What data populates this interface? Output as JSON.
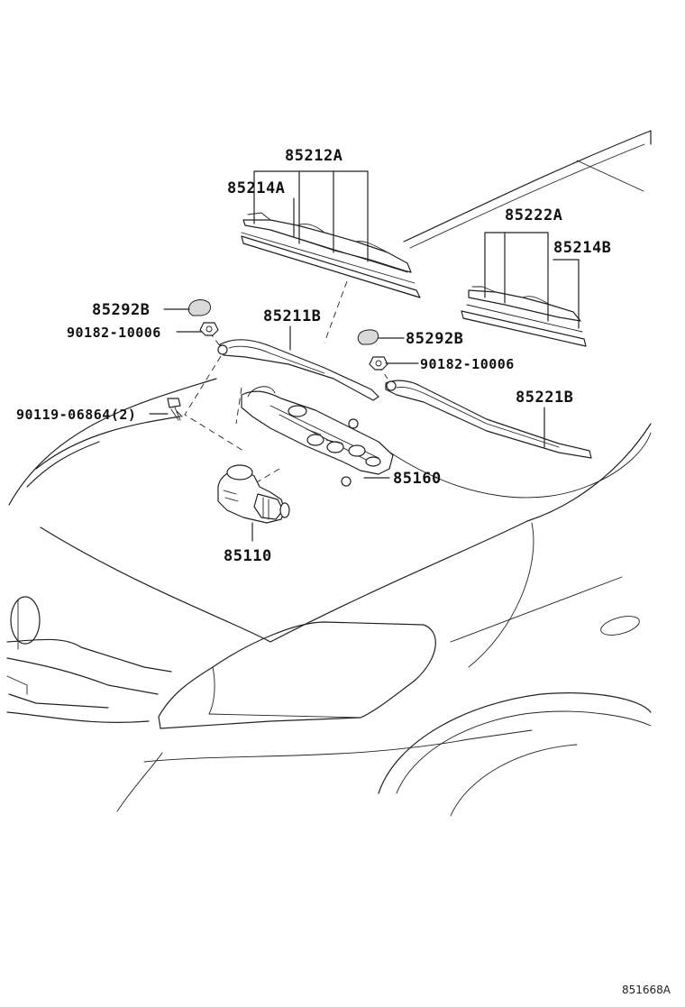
{
  "labels": {
    "p85212A": "85212A",
    "p85214A": "85214A",
    "p85222A": "85222A",
    "p85214B": "85214B",
    "p85292B_left": "85292B",
    "p90182_left": "90182-10006",
    "p85211B": "85211B",
    "p85292B_right": "85292B",
    "p90182_right": "90182-10006",
    "p90119": "90119-06864(2)",
    "p85221B": "85221B",
    "p85160": "85160",
    "p85110": "85110"
  },
  "illustration_ref": "851668A"
}
